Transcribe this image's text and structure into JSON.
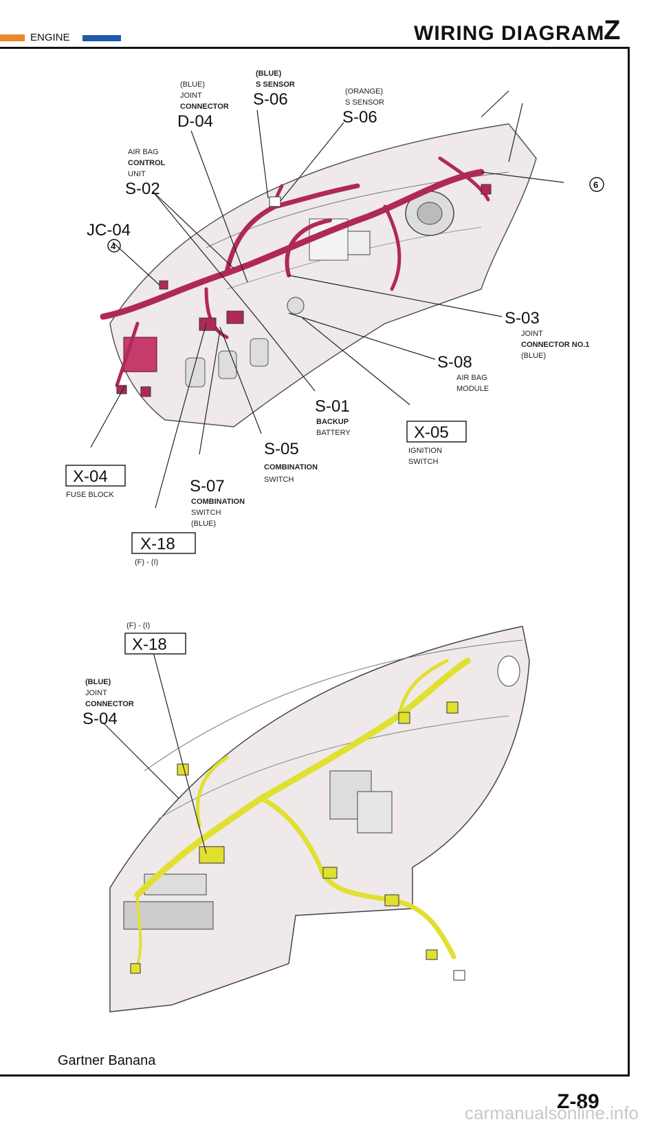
{
  "header": {
    "section": "ENGINE",
    "title": "WIRING DIAGRAM",
    "letter": "Z",
    "colors": {
      "accent_orange": "#e8892b",
      "accent_blue": "#1f5aa8"
    }
  },
  "top_diagram": {
    "harness_color": "#b0285a",
    "labels": {
      "d04_color": "(BLUE)",
      "d04_line1": "JOINT",
      "d04_line2": "CONNECTOR",
      "d04_code": "D-04",
      "s06a_color": "(BLUE)",
      "s06a_line1": "S SENSOR",
      "s06a_code": "S-06",
      "s06b_color": "(ORANGE)",
      "s06b_line1": "S SENSOR",
      "s06b_code": "S-06",
      "s02_line1": "AIR BAG",
      "s02_line2": "CONTROL",
      "s02_line3": "UNIT",
      "s02_code": "S-02",
      "jc04_code": "JC-04",
      "jc04_circle": "4",
      "ref6_circle": "6",
      "s03_code": "S-03",
      "s03_line1": "JOINT",
      "s03_line2": "CONNECTOR NO.1",
      "s03_line3": "(BLUE)",
      "s08_code": "S-08",
      "s08_line1": "AIR BAG",
      "s08_line2": "MODULE",
      "s01_code": "S-01",
      "s01_line1": "BACKUP",
      "s01_line2": "BATTERY",
      "x05_code": "X-05",
      "x05_line1": "IGNITION",
      "x05_line2": "SWITCH",
      "s05_code": "S-05",
      "s05_line1": "COMBINATION",
      "s05_line2": "SWITCH",
      "x04_code": "X-04",
      "x04_line1": "FUSE BLOCK",
      "s07_code": "S-07",
      "s07_line1": "COMBINATION",
      "s07_line2": "SWITCH",
      "s07_line3": "(BLUE)",
      "x18_code": "X-18",
      "x18_sub": "(F) - (I)"
    }
  },
  "bottom_diagram": {
    "harness_color": "#e0e030",
    "labels": {
      "x18_sub": "(F) - (I)",
      "x18_code": "X-18",
      "s04_color": "(BLUE)",
      "s04_line1": "JOINT",
      "s04_line2": "CONNECTOR",
      "s04_code": "S-04"
    }
  },
  "footer": {
    "text": "Gartner Banana",
    "page": "Z-89",
    "watermark": "carmanualsonline.info"
  }
}
